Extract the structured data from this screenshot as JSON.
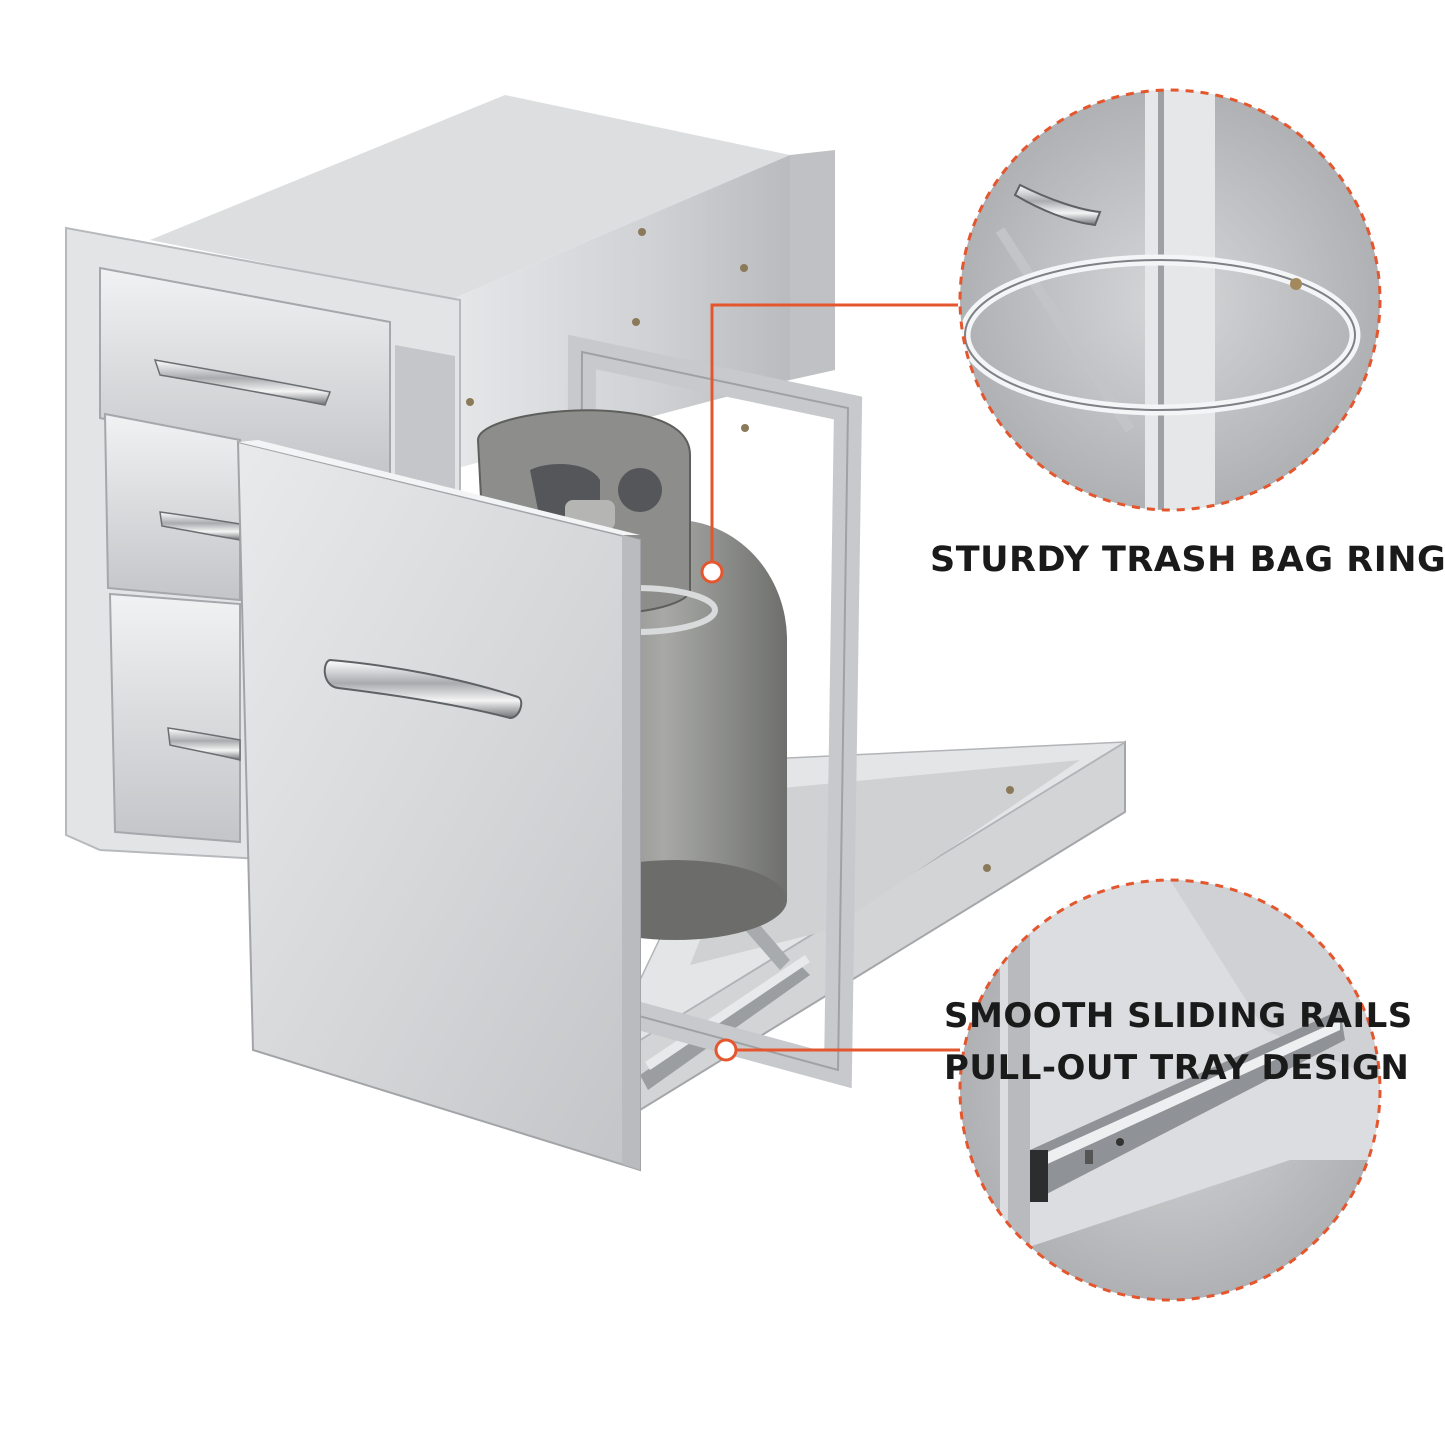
{
  "colors": {
    "accent": "#e4572e",
    "steel_light": "#e9eaec",
    "steel_mid": "#c9cbce",
    "steel_dark": "#8e9195",
    "tank_gray": "#9a9b98",
    "text": "#1a1a1a"
  },
  "callouts": {
    "ring": {
      "label": "STURDY TRASH BAG RING",
      "icon": "trash-bag-ring-detail"
    },
    "rails": {
      "line1": "SMOOTH SLIDING RAILS",
      "line2": "PULL-OUT TRAY DESIGN",
      "icon": "sliding-rail-detail"
    }
  }
}
